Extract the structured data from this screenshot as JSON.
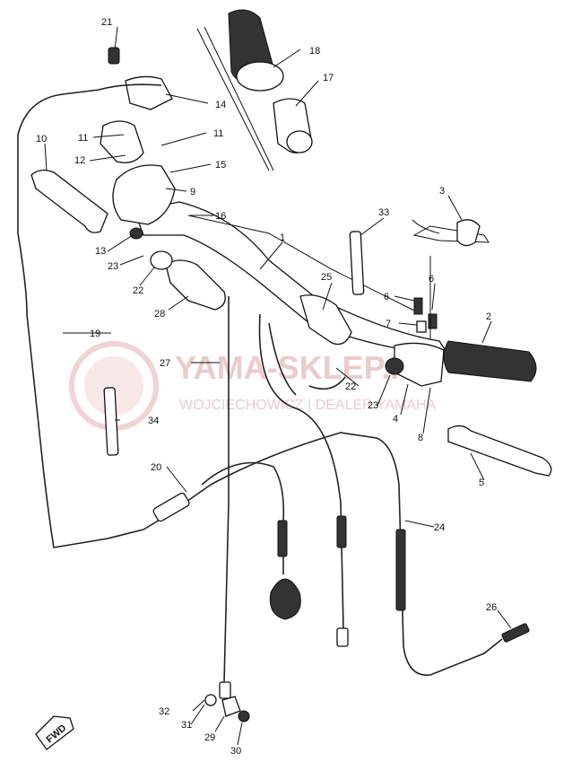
{
  "watermark": {
    "title": "YAMA-SKLEP.PL",
    "subtitle": "WOJCIECHOWICZ | DEALER YAMAHA"
  },
  "fwd_label": "FWD",
  "callouts": [
    "1",
    "2",
    "3",
    "4",
    "5",
    "6",
    "6",
    "7",
    "8",
    "9",
    "10",
    "11",
    "11",
    "12",
    "13",
    "14",
    "15",
    "16",
    "17",
    "18",
    "19",
    "20",
    "21",
    "22",
    "22",
    "23",
    "23",
    "24",
    "25",
    "26",
    "27",
    "28",
    "29",
    "30",
    "31",
    "32",
    "33",
    "34"
  ],
  "colors": {
    "line": "#111111",
    "watermark": "#d9a3a3"
  }
}
